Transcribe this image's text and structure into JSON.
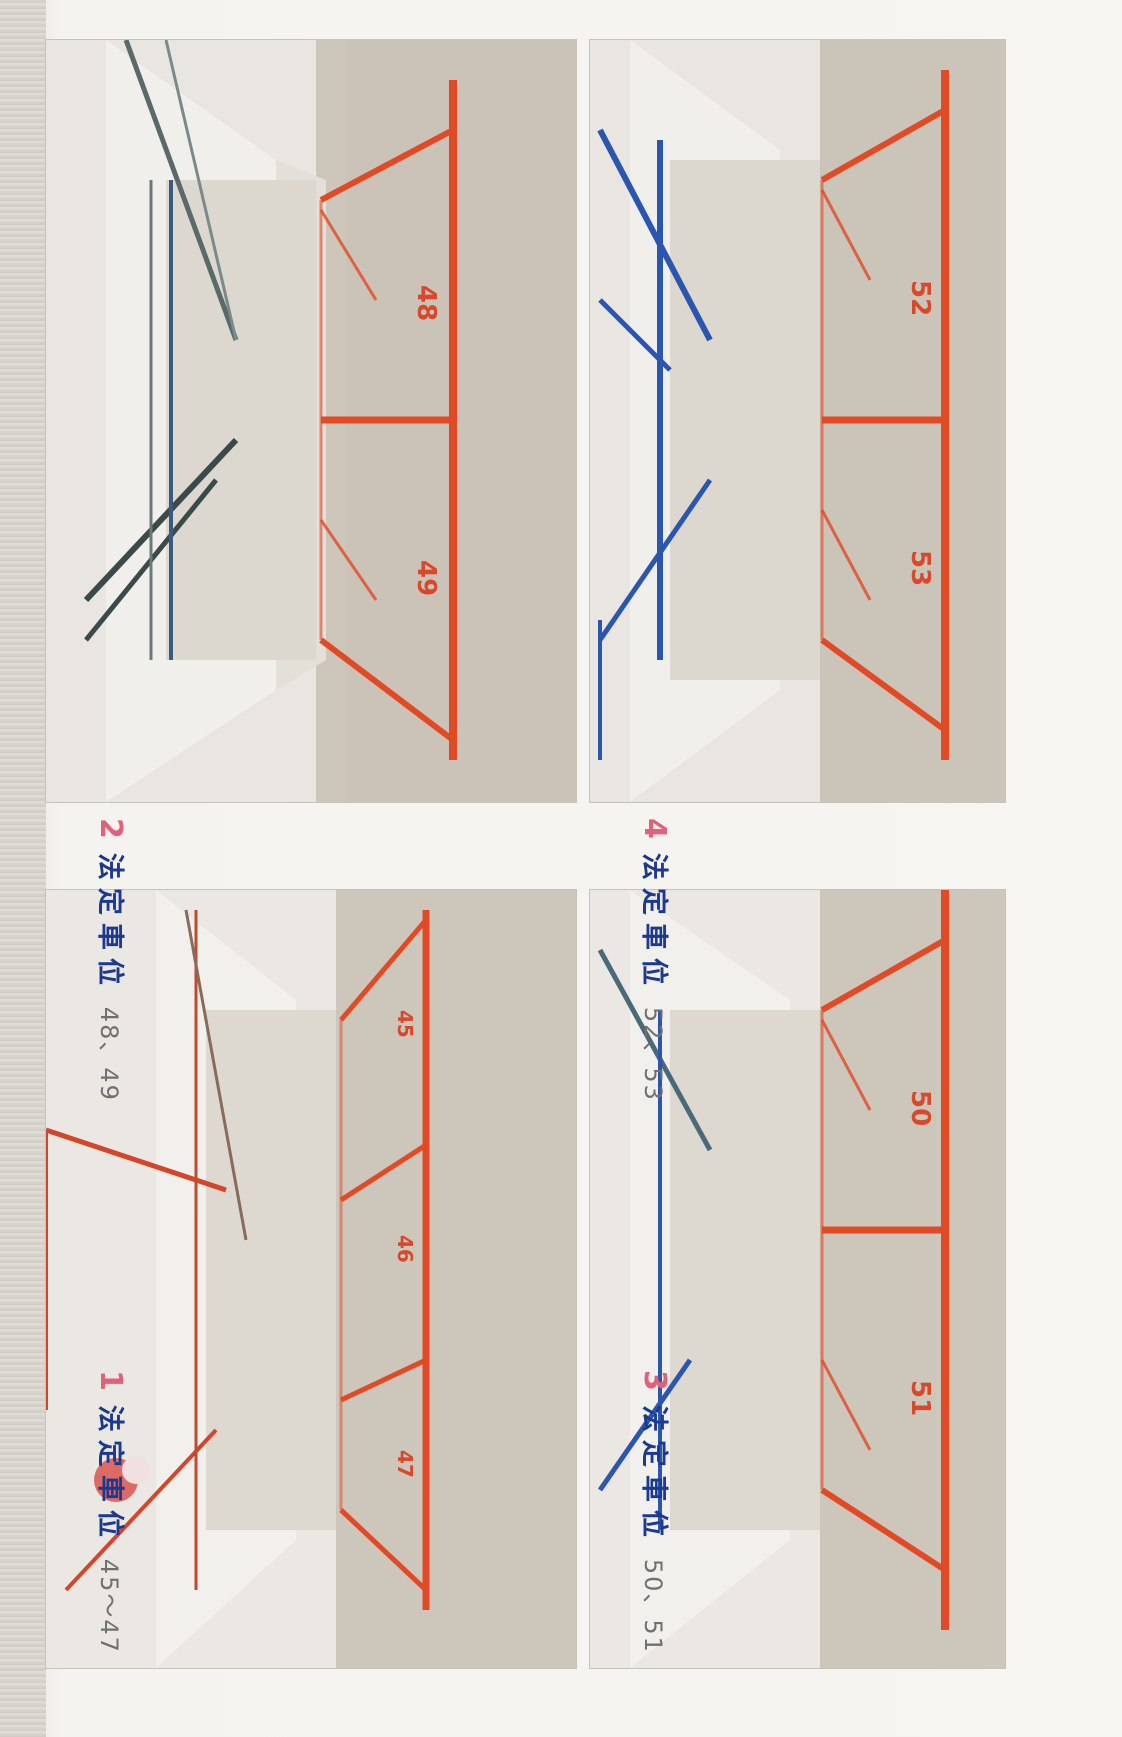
{
  "colors": {
    "line_red": "#e14a25",
    "number_pink": "#e2607a",
    "label_blue": "#1b3a8f",
    "concrete": "#cfc8bd",
    "wall": "#ece9e4",
    "pipe_blue": "#2a56b0",
    "pipe_red": "#d4452a"
  },
  "photos": [
    {
      "id": "photo-1",
      "caption": {
        "number": "1",
        "label": "法定車位",
        "range": "45～47"
      },
      "slots": [
        "45",
        "46",
        "47"
      ]
    },
    {
      "id": "photo-2",
      "caption": {
        "number": "2",
        "label": "法定車位",
        "range": "48、49"
      },
      "slots": [
        "48",
        "49"
      ]
    },
    {
      "id": "photo-3",
      "caption": {
        "number": "3",
        "label": "法定車位",
        "range": "50、51"
      },
      "slots": [
        "50",
        "51"
      ]
    },
    {
      "id": "photo-4",
      "caption": {
        "number": "4",
        "label": "法定車位",
        "range": "52、53"
      },
      "slots": [
        "52",
        "53"
      ]
    }
  ]
}
